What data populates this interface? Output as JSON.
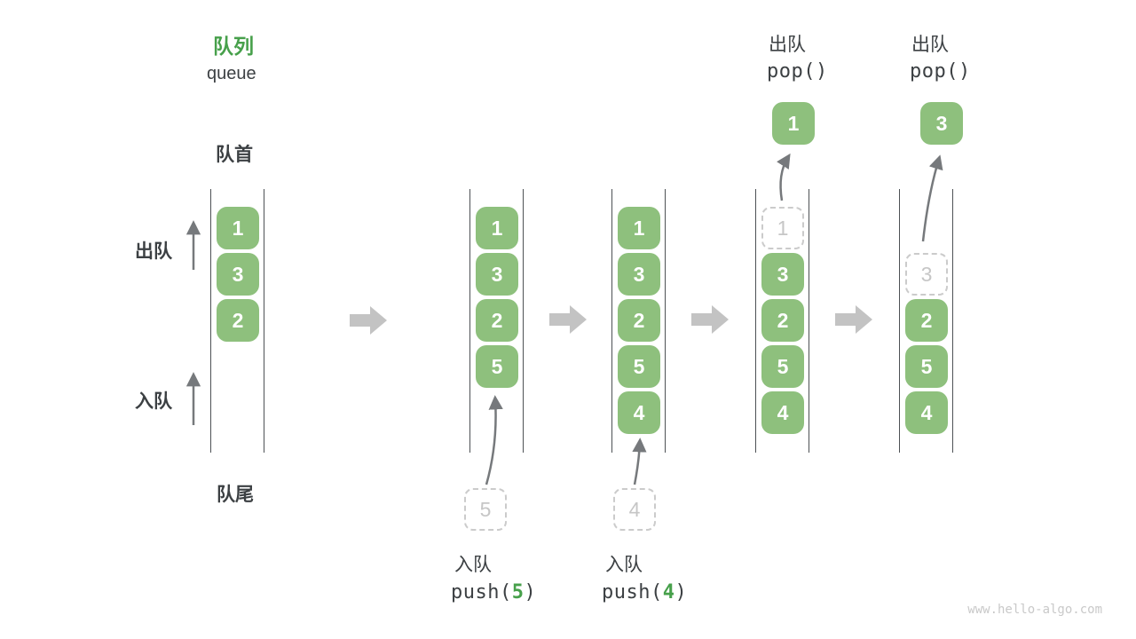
{
  "title": {
    "zh": "队列",
    "en": "queue"
  },
  "side_labels": {
    "front": "队首",
    "rear": "队尾",
    "dequeue": "出队",
    "enqueue": "入队"
  },
  "watermark": "www.hello-algo.com",
  "colors": {
    "box_green": "#8EC07D",
    "title_green": "#47A04B",
    "code_green": "#47A04B",
    "text_dark": "#3C4043",
    "line": "#4D5155",
    "thin_arrow": "#76797C",
    "fat_arrow": "#C3C3C3",
    "ghost": "#C6C6C6",
    "ghost_border": "#CBCBCB",
    "watermark": "#C9C9C9"
  },
  "states": [
    {
      "slots": [
        {
          "v": "1"
        },
        {
          "v": "3"
        },
        {
          "v": "2"
        }
      ]
    },
    {
      "slots": [
        {
          "v": "1"
        },
        {
          "v": "3"
        },
        {
          "v": "2"
        },
        {
          "v": "5"
        }
      ],
      "pending": {
        "value": "5",
        "label": "入队",
        "code_pre": "push(",
        "code_arg": "5",
        "code_post": ")"
      }
    },
    {
      "slots": [
        {
          "v": "1"
        },
        {
          "v": "3"
        },
        {
          "v": "2"
        },
        {
          "v": "5"
        },
        {
          "v": "4"
        }
      ],
      "pending": {
        "value": "4",
        "label": "入队",
        "code_pre": "push(",
        "code_arg": "4",
        "code_post": ")"
      }
    },
    {
      "slots": [
        {
          "v": "1"
        },
        {
          "v": "3"
        },
        {
          "v": "2"
        },
        {
          "v": "5"
        },
        {
          "v": "4"
        }
      ],
      "popped": {
        "value": "1",
        "label": "出队",
        "code": "pop()"
      }
    },
    {
      "slots": [
        {
          "v": "3"
        },
        {
          "v": "2"
        },
        {
          "v": "5"
        },
        {
          "v": "4"
        }
      ],
      "popped": {
        "value": "3",
        "label": "出队",
        "code": "pop()"
      }
    }
  ]
}
